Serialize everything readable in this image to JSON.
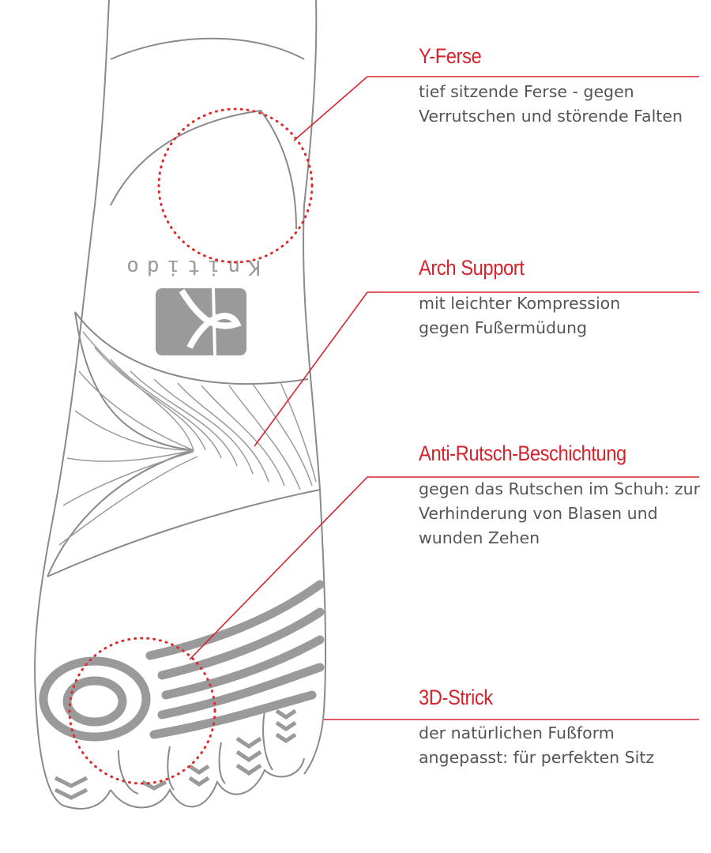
{
  "logo": {
    "text": "Knitido"
  },
  "colors": {
    "accent": "#d4232b",
    "text": "#555555",
    "outline": "#8a8a8a",
    "pattern": "#9a9a9a"
  },
  "features": [
    {
      "title": "Y-Ferse",
      "description": "tief sitzende Ferse - gegen Verrutschen und störende Falten"
    },
    {
      "title": "Arch Support",
      "description": "mit leichter Kompression gegen Fußermüdung"
    },
    {
      "title": "Anti-Rutsch-Beschichtung",
      "description": "gegen das Rutschen im Schuh: zur Verhinderung von Blasen und wunden Zehen"
    },
    {
      "title": "3D-Strick",
      "description": "der natürlichen Fußform angepasst: für perfekten Sitz"
    }
  ]
}
